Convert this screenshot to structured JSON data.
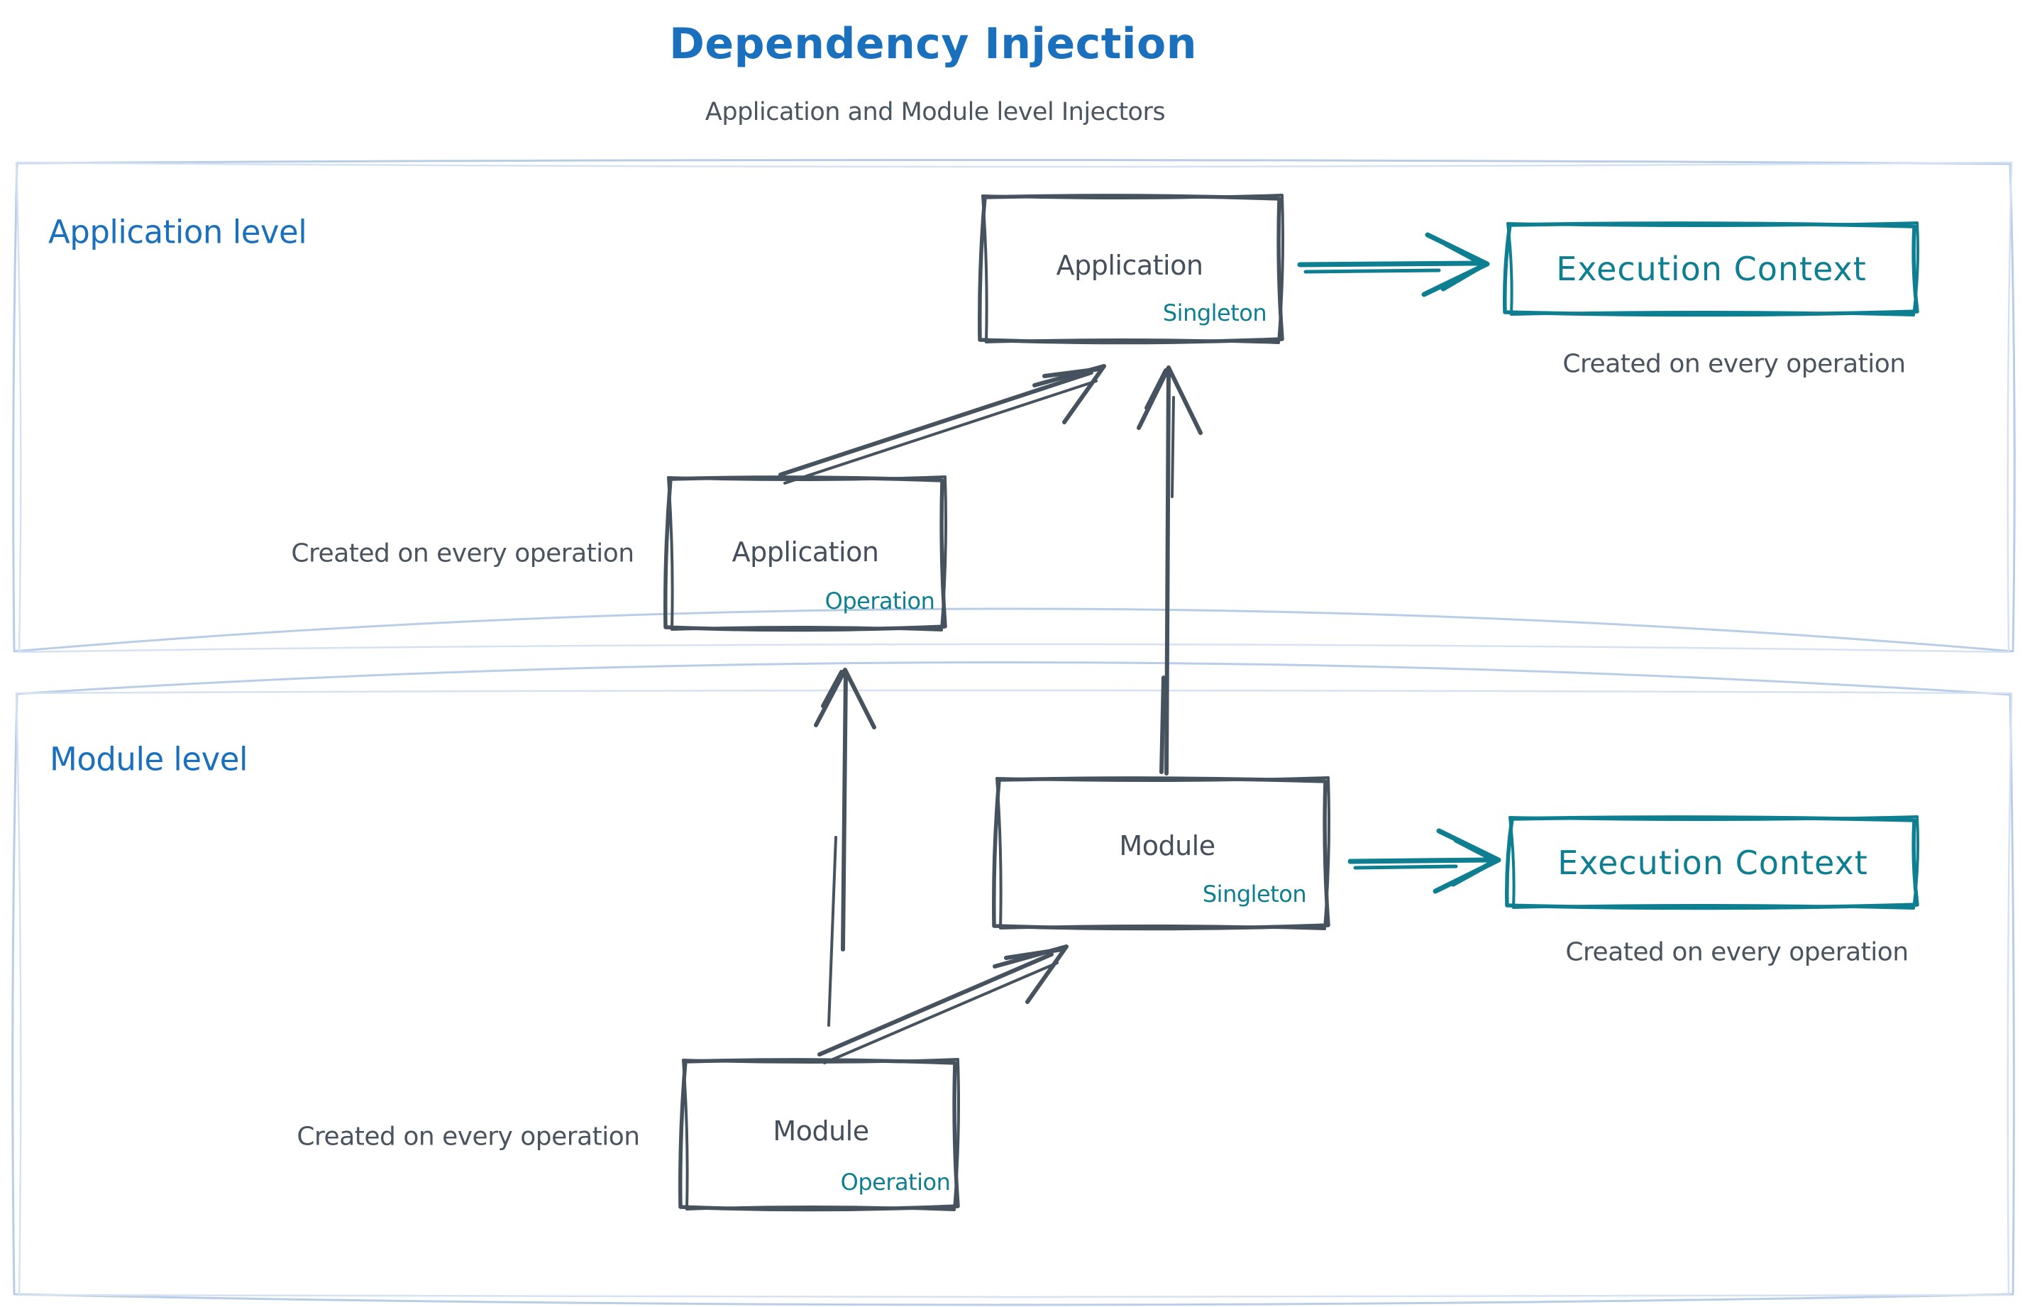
{
  "title": "Dependency Injection",
  "subtitle": "Application and Module level Injectors",
  "colors": {
    "blue": "#1b70bd",
    "teal": "#0e7f90",
    "slate": "#46525e",
    "container": "#b9cee6",
    "container2": "#d6e2f1",
    "background": "#ffffff"
  },
  "application_level": {
    "label": "Application level",
    "singleton_box": {
      "name": "Application",
      "scope": "Singleton"
    },
    "operation_box": {
      "name": "Application",
      "scope": "Operation"
    },
    "operation_caption": "Created on every operation",
    "execution_box": {
      "label": "Execution Context"
    },
    "execution_caption": "Created on every operation"
  },
  "module_level": {
    "label": "Module level",
    "singleton_box": {
      "name": "Module",
      "scope": "Singleton"
    },
    "operation_box": {
      "name": "Module",
      "scope": "Operation"
    },
    "operation_caption": "Created on every operation",
    "execution_box": {
      "label": "Execution Context"
    },
    "execution_caption": "Created on every operation"
  }
}
